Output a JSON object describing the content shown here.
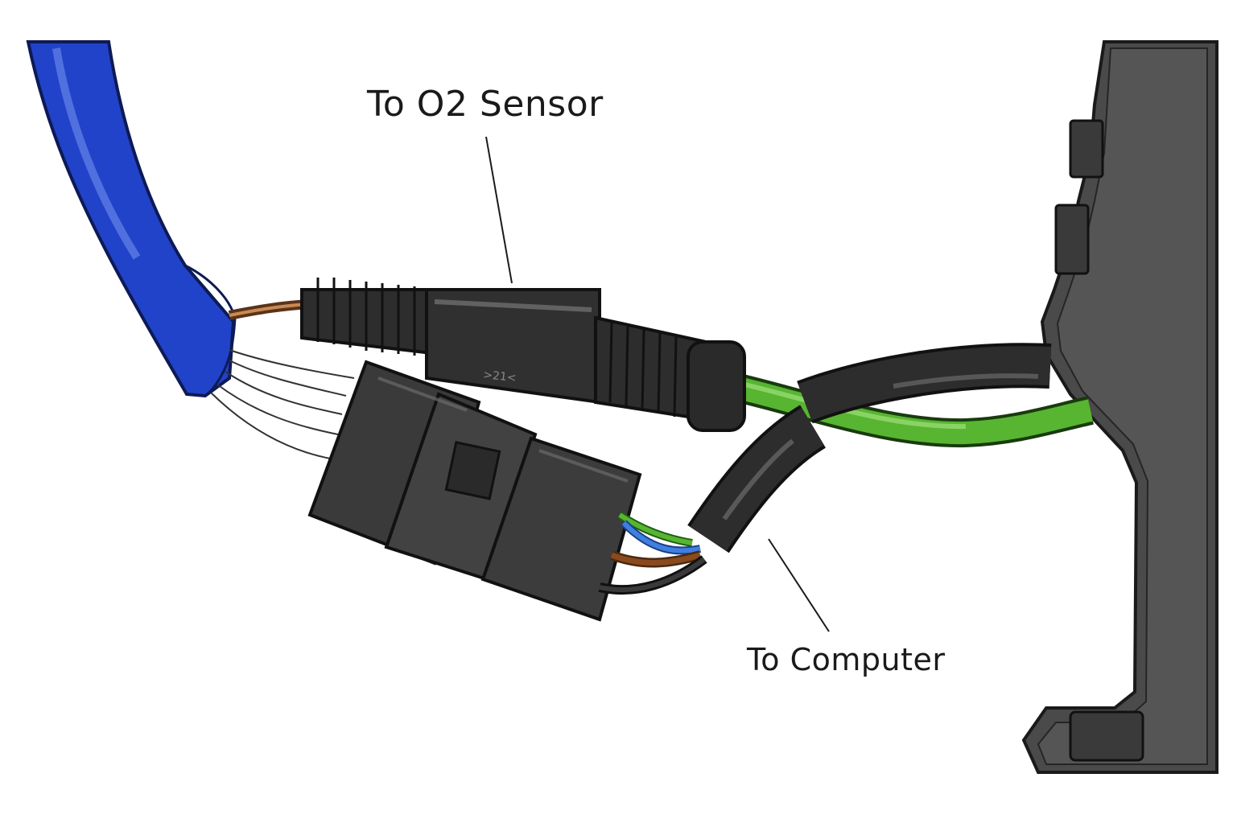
{
  "labels": {
    "o2_sensor": "To O2 Sensor",
    "computer": "To Computer"
  },
  "connector_mark": ">21<",
  "colors": {
    "blue_sleeve": "#2143c9",
    "green_wire": "#57b531",
    "black_plastic": "#2d2d2d",
    "housing": "#4a4a4a",
    "brown_wire": "#8a4a1e",
    "blue_wire": "#3f7fe0"
  }
}
